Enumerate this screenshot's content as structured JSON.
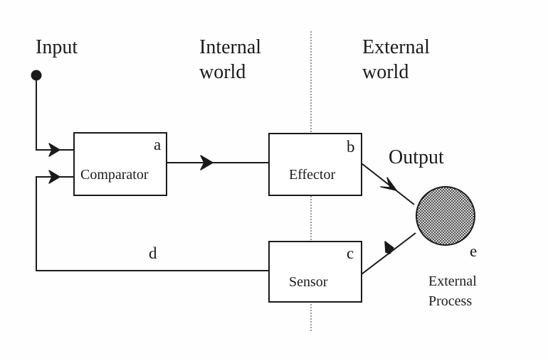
{
  "labels": {
    "input": "Input",
    "internal_line1": "Internal",
    "internal_line2": "world",
    "external_line1": "External",
    "external_line2": "world",
    "output": "Output",
    "external_process_line1": "External",
    "external_process_line2": "Process"
  },
  "blocks": {
    "comparator": {
      "name": "Comparator",
      "letter": "a"
    },
    "effector": {
      "name": "Effector",
      "letter": "b"
    },
    "sensor": {
      "name": "Sensor",
      "letter": "c"
    },
    "feedback_letter": "d",
    "process_letter": "e"
  },
  "colors": {
    "ink": "#1a1a1a",
    "process_fill": "#6e6e6e"
  }
}
